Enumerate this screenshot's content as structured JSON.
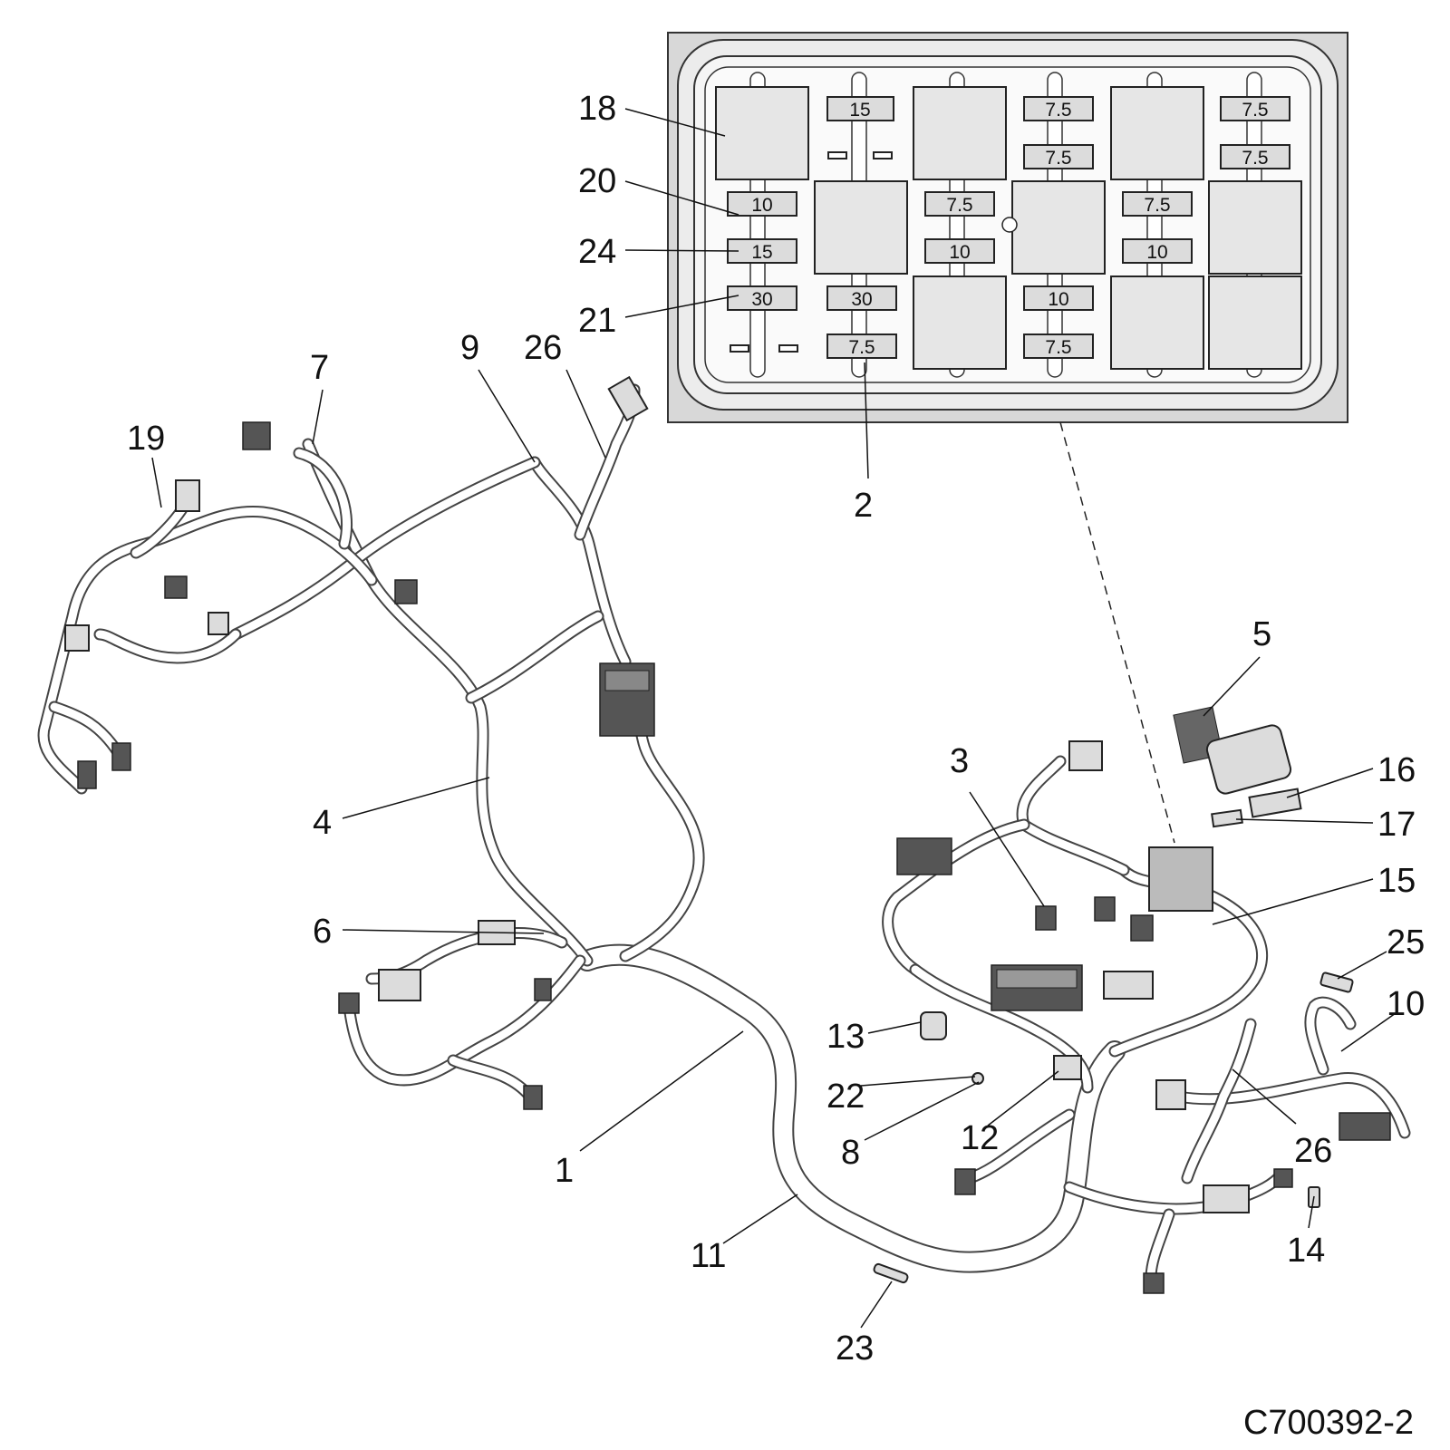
{
  "diagram_id": "C700392-2",
  "fuse_box": {
    "fuses": [
      {
        "id": "fuse-c2-r1",
        "rating": "15"
      },
      {
        "id": "fuse-c4-r1",
        "rating": "7.5"
      },
      {
        "id": "fuse-c4-r2",
        "rating": "7.5"
      },
      {
        "id": "fuse-c6-r1",
        "rating": "7.5"
      },
      {
        "id": "fuse-c6-r2",
        "rating": "7.5"
      },
      {
        "id": "fuse-c1-r3",
        "rating": "10"
      },
      {
        "id": "fuse-c1-r4",
        "rating": "15"
      },
      {
        "id": "fuse-c1-r5",
        "rating": "30"
      },
      {
        "id": "fuse-c3-r3",
        "rating": "7.5"
      },
      {
        "id": "fuse-c3-r4",
        "rating": "10"
      },
      {
        "id": "fuse-c5-r3",
        "rating": "7.5"
      },
      {
        "id": "fuse-c5-r4",
        "rating": "10"
      },
      {
        "id": "fuse-c2-r5",
        "rating": "30"
      },
      {
        "id": "fuse-c2-r6",
        "rating": "7.5"
      },
      {
        "id": "fuse-c4-r5",
        "rating": "10"
      },
      {
        "id": "fuse-c4-r6",
        "rating": "7.5"
      }
    ]
  },
  "callouts": [
    {
      "id": "c18",
      "label": "18"
    },
    {
      "id": "c20",
      "label": "20"
    },
    {
      "id": "c24",
      "label": "24"
    },
    {
      "id": "c21",
      "label": "21"
    },
    {
      "id": "c2",
      "label": "2"
    },
    {
      "id": "c7",
      "label": "7"
    },
    {
      "id": "c19",
      "label": "19"
    },
    {
      "id": "c9",
      "label": "9"
    },
    {
      "id": "c26a",
      "label": "26"
    },
    {
      "id": "c4",
      "label": "4"
    },
    {
      "id": "c6",
      "label": "6"
    },
    {
      "id": "c1",
      "label": "1"
    },
    {
      "id": "c11",
      "label": "11"
    },
    {
      "id": "c23",
      "label": "23"
    },
    {
      "id": "c13",
      "label": "13"
    },
    {
      "id": "c22",
      "label": "22"
    },
    {
      "id": "c8",
      "label": "8"
    },
    {
      "id": "c12",
      "label": "12"
    },
    {
      "id": "c3",
      "label": "3"
    },
    {
      "id": "c5",
      "label": "5"
    },
    {
      "id": "c16",
      "label": "16"
    },
    {
      "id": "c17",
      "label": "17"
    },
    {
      "id": "c15",
      "label": "15"
    },
    {
      "id": "c25",
      "label": "25"
    },
    {
      "id": "c10",
      "label": "10"
    },
    {
      "id": "c26b",
      "label": "26"
    },
    {
      "id": "c14",
      "label": "14"
    }
  ]
}
